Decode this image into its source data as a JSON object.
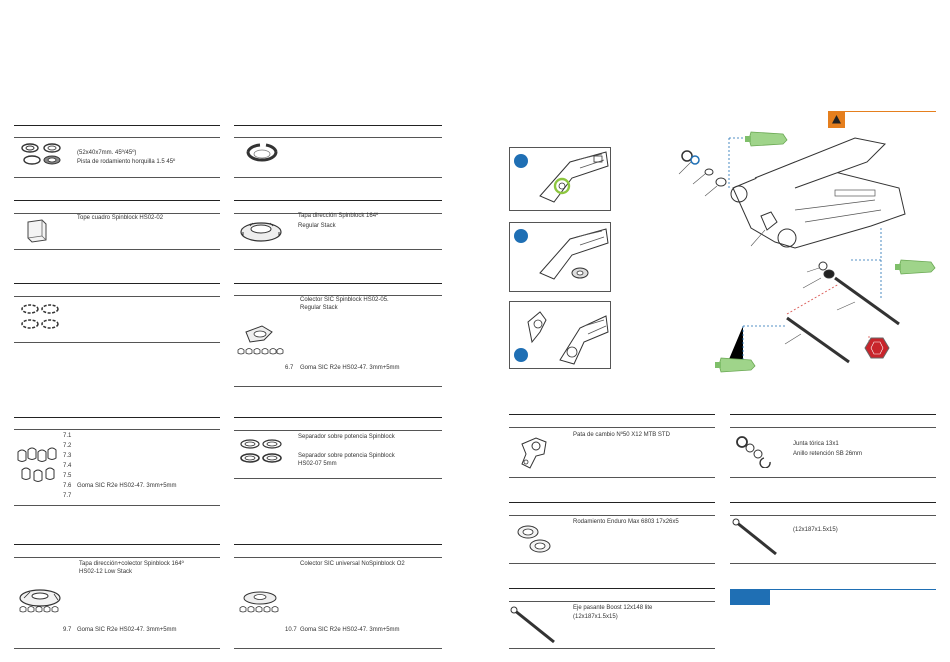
{
  "col1": {
    "s1": {
      "lines": [
        "(52x40x7mm. 45º/45º)",
        "Pista de rodamiento horquilla 1.5 45º"
      ]
    },
    "s2": {
      "text": "Tope cuadro Spinblock HS02-02"
    },
    "s4": {
      "nums": [
        "7.1",
        "7.2",
        "7.3",
        "7.4",
        "7.5",
        "7.6",
        "7.7"
      ],
      "item_76": "Goma SIC R2e HS02-47. 3mm+5mm"
    },
    "s5": {
      "lines": [
        "Tapa dirección+colector Spinblock 164º",
        "HS02-12 Low Stack"
      ],
      "num": "9.7",
      "item": "Goma SIC R2e HS02-47. 3mm+5mm"
    }
  },
  "col2": {
    "s2": {
      "lines": [
        "Tapa dirección Spinblock 164º",
        "Regular Stack"
      ]
    },
    "s3": {
      "lines": [
        "Colector SIC Spinblock HS02-05.",
        "Regular Stack"
      ],
      "num": "6.7",
      "item": "Goma SIC R2e HS02-47. 3mm+5mm"
    },
    "s4": {
      "line1": "Separador sobre potencia Spinblock",
      "line2": "Separador sobre potencia Spinblock",
      "line3": "HS02-07 5mm"
    },
    "s5": {
      "text": "Colector SIC universal NoSpinblock O2",
      "num": "10.7",
      "item": "Goma SIC R2e HS02-47. 3mm+5mm"
    }
  },
  "col3": {
    "s1": {
      "text": "Pata de cambio Nº50 X12 MTB STD"
    },
    "s2": {
      "text": "Rodamiento Enduro Max 6803 17x26x5"
    },
    "s3": {
      "lines": [
        "Eje pasante Boost 12x148 lite",
        "(12x187x1.5x15)"
      ]
    }
  },
  "col4": {
    "s1": {
      "lines": [
        "Junta tórica 13x1",
        "Anillo retención SB 26mm"
      ]
    },
    "s2": {
      "text": "(12x187x1.5x15)"
    }
  },
  "icons": {
    "warning": "warning-triangle-icon",
    "hex": "hex-wrench-icon",
    "grease": "grease-tube-icon"
  },
  "colors": {
    "accent_orange": "#e57f1e",
    "badge_blue": "#1f6fb4",
    "hex_red": "#c8242b",
    "grease_green": "#9fd48a",
    "highlight_green": "#8dc63f"
  }
}
